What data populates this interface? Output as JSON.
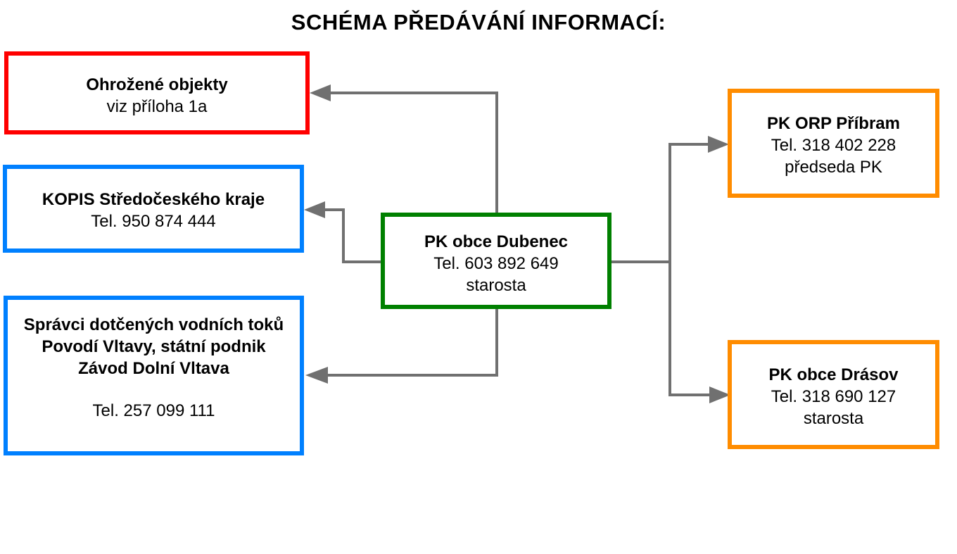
{
  "title": "SCHÉMA PŘEDÁVÁNÍ INFORMACÍ:",
  "colors": {
    "red": "#ff0000",
    "blue": "#0080ff",
    "green": "#008000",
    "orange": "#ff8c00",
    "connector": "#707070"
  },
  "nodes": {
    "center": {
      "line1": "PK obce Dubenec",
      "line2": "Tel. 603 892 649",
      "line3": "starosta"
    },
    "ohrozene": {
      "line1": "Ohrožené objekty",
      "line2": "viz příloha 1a"
    },
    "kopis": {
      "line1": "KOPIS Středočeského kraje",
      "line2": "Tel. 950 874 444"
    },
    "spravci": {
      "line1": "Správci dotčených vodních toků",
      "line2": "Povodí Vltavy, státní podnik",
      "line3": "Závod Dolní Vltava",
      "line4": "Tel. 257 099 111"
    },
    "orp": {
      "line1": "PK ORP Příbram",
      "line2": "Tel. 318 402 228",
      "line3": "předseda PK"
    },
    "drasov": {
      "line1": "PK obce Drásov",
      "line2": "Tel. 318 690 127",
      "line3": "starosta"
    }
  },
  "edges": [
    {
      "from": "center",
      "to": "ohrozene"
    },
    {
      "from": "center",
      "to": "kopis"
    },
    {
      "from": "center",
      "to": "spravci"
    },
    {
      "from": "center",
      "to": "orp"
    },
    {
      "from": "center",
      "to": "drasov"
    }
  ]
}
